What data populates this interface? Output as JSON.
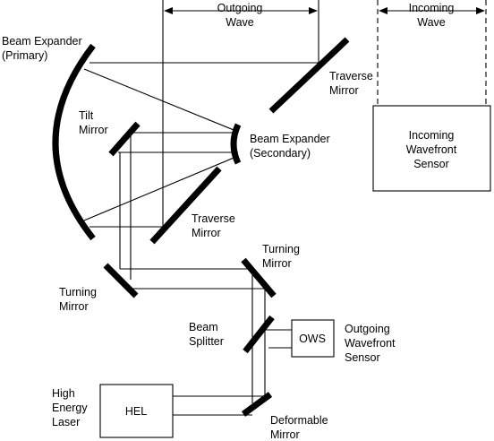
{
  "labels": {
    "outgoing_wave": [
      "Outgoing",
      "Wave"
    ],
    "incoming_wave": [
      "Incoming",
      "Wave"
    ],
    "beam_expander_primary": [
      "Beam Expander",
      "(Primary)"
    ],
    "traverse_mirror_top": [
      "Traverse",
      "Mirror"
    ],
    "tilt_mirror": [
      "Tilt",
      "Mirror"
    ],
    "beam_expander_secondary": [
      "Beam Expander",
      "(Secondary)"
    ],
    "incoming_wavefront_sensor": [
      "Incoming",
      "Wavefront",
      "Sensor"
    ],
    "traverse_mirror_bottom": [
      "Traverse",
      "Mirror"
    ],
    "turning_mirror_right": [
      "Turning",
      "Mirror"
    ],
    "turning_mirror_left": [
      "Turning",
      "Mirror"
    ],
    "beam_splitter": [
      "Beam",
      "Splitter"
    ],
    "ows": "OWS",
    "outgoing_wavefront_sensor": [
      "Outgoing",
      "Wavefront",
      "Sensor"
    ],
    "high_energy_laser": [
      "High",
      "Energy",
      "Laser"
    ],
    "hel": "HEL",
    "deformable_mirror": [
      "Deformable",
      "Mirror"
    ]
  }
}
